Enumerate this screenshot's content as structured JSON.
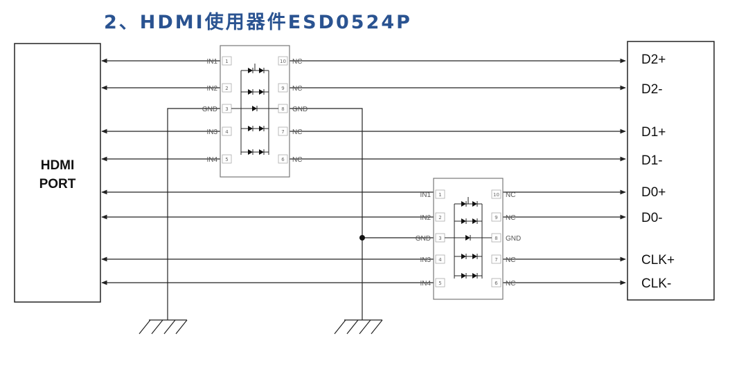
{
  "title": "2、HDMI使用器件ESD0524P",
  "colors": {
    "title": "#2a5391",
    "line": "#222222",
    "chip_text": "#555555",
    "chip_border": "#777777"
  },
  "left_box": {
    "line1": "HDMI",
    "line2": "PORT"
  },
  "signals": [
    "D2+",
    "D2-",
    "D1+",
    "D1-",
    "D0+",
    "D0-",
    "CLK+",
    "CLK-"
  ],
  "chips": [
    {
      "left_pins": [
        {
          "name": "IN1",
          "num": "1"
        },
        {
          "name": "IN2",
          "num": "2"
        },
        {
          "name": "GND",
          "num": "3"
        },
        {
          "name": "IN3",
          "num": "4"
        },
        {
          "name": "IN4",
          "num": "5"
        }
      ],
      "right_pins": [
        {
          "name": "NC",
          "num": "10"
        },
        {
          "name": "NC",
          "num": "9"
        },
        {
          "name": "GND",
          "num": "8"
        },
        {
          "name": "NC",
          "num": "7"
        },
        {
          "name": "NC",
          "num": "6"
        }
      ]
    },
    {
      "left_pins": [
        {
          "name": "IN1",
          "num": "1"
        },
        {
          "name": "IN2",
          "num": "2"
        },
        {
          "name": "GND",
          "num": "3"
        },
        {
          "name": "IN3",
          "num": "4"
        },
        {
          "name": "IN4",
          "num": "5"
        }
      ],
      "right_pins": [
        {
          "name": "NC",
          "num": "10"
        },
        {
          "name": "NC",
          "num": "9"
        },
        {
          "name": "GND",
          "num": "8"
        },
        {
          "name": "NC",
          "num": "7"
        },
        {
          "name": "NC",
          "num": "6"
        }
      ]
    }
  ]
}
